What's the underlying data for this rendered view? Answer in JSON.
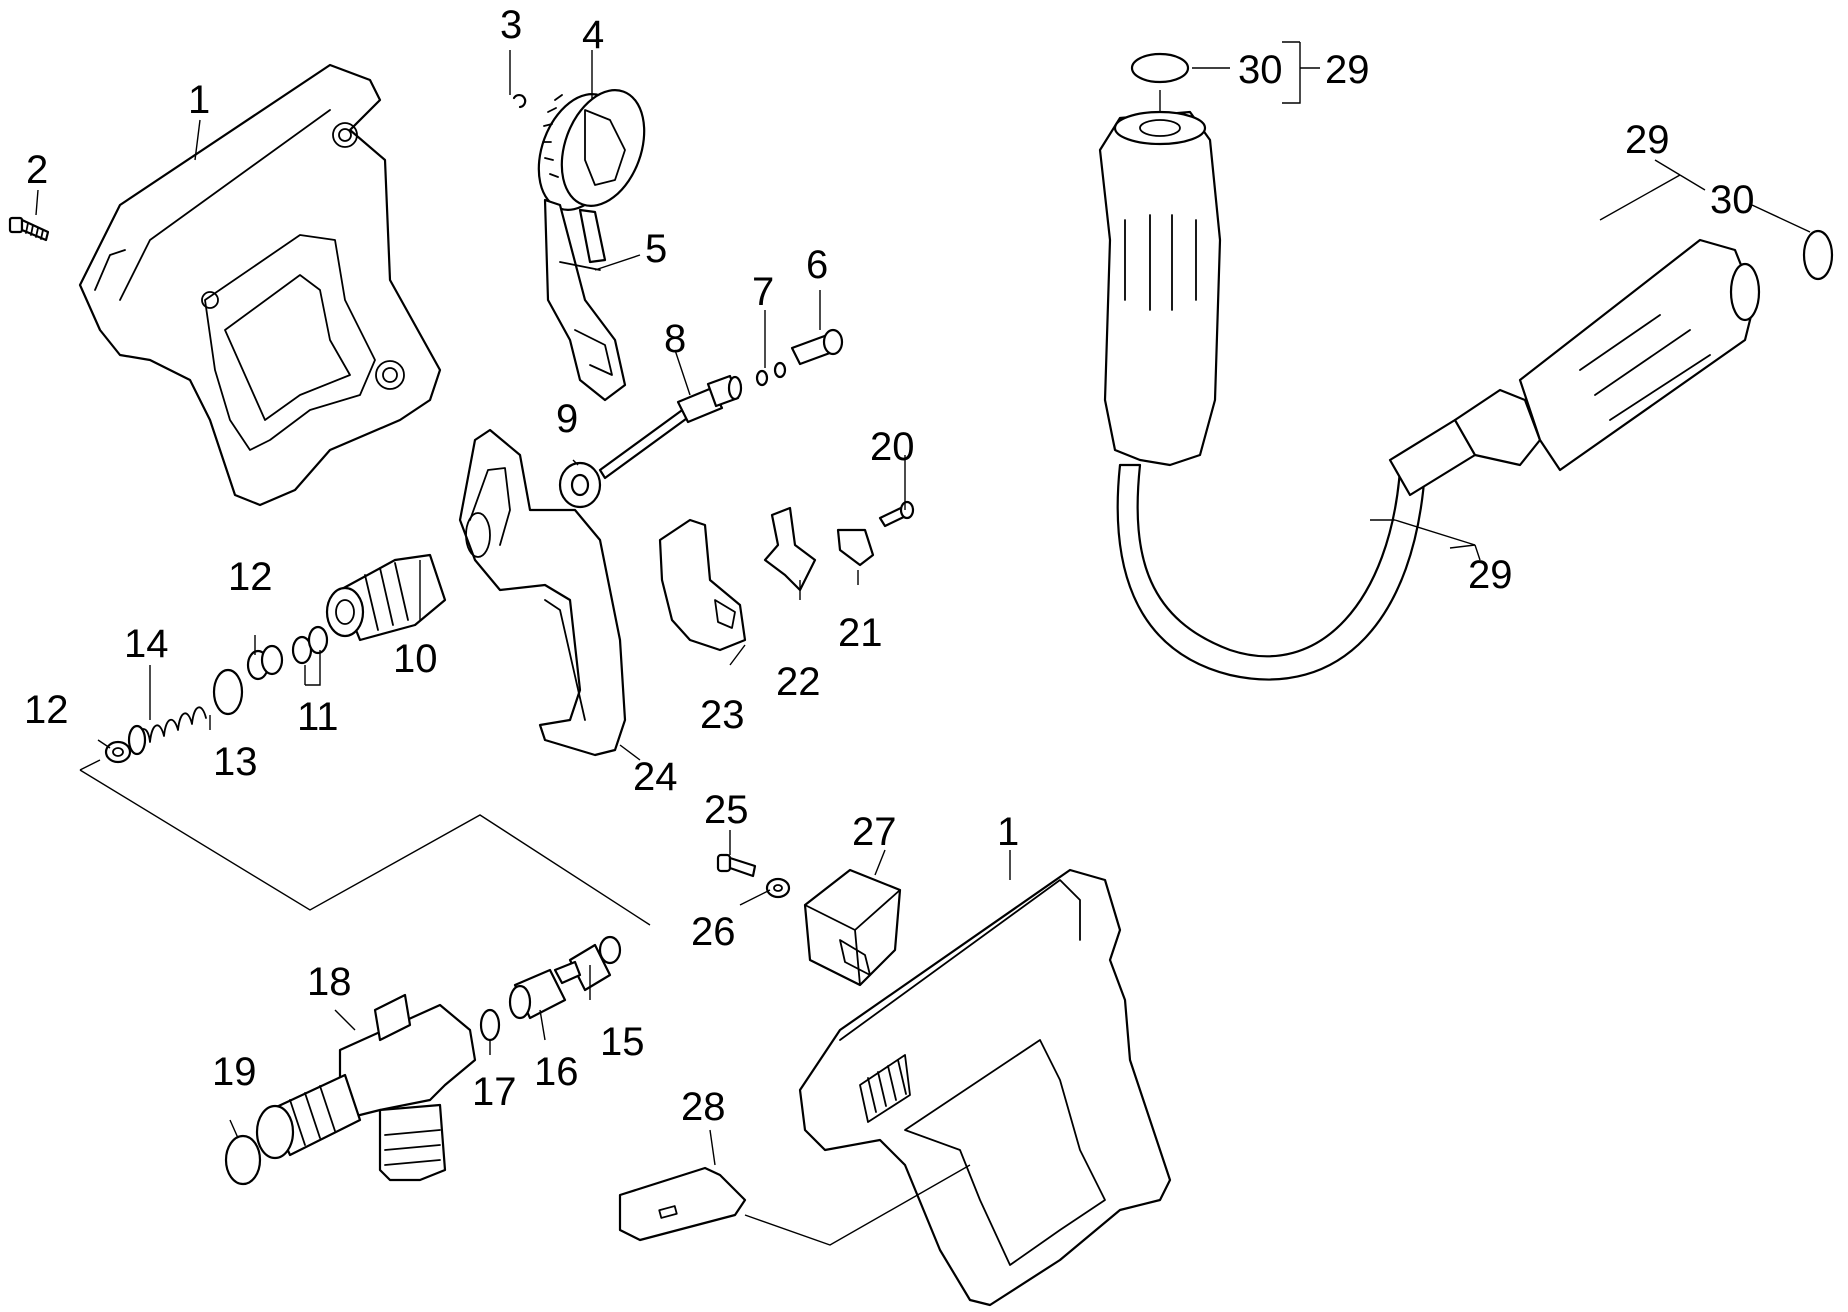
{
  "callouts": {
    "c1a": "1",
    "c1b": "1",
    "c2": "2",
    "c3": "3",
    "c4": "4",
    "c5": "5",
    "c6": "6",
    "c7": "7",
    "c8": "8",
    "c9": "9",
    "c10": "10",
    "c11": "11",
    "c12a": "12",
    "c12b": "12",
    "c13": "13",
    "c14": "14",
    "c15": "15",
    "c16": "16",
    "c17": "17",
    "c18": "18",
    "c19": "19",
    "c20": "20",
    "c21": "21",
    "c22": "22",
    "c23": "23",
    "c24": "24",
    "c25": "25",
    "c26": "26",
    "c27": "27",
    "c28": "28",
    "c29a": "29",
    "c29b": "29",
    "c29c": "29",
    "c30a": "30",
    "c30b": "30"
  },
  "colors": {
    "line": "#000000",
    "background": "#ffffff"
  }
}
